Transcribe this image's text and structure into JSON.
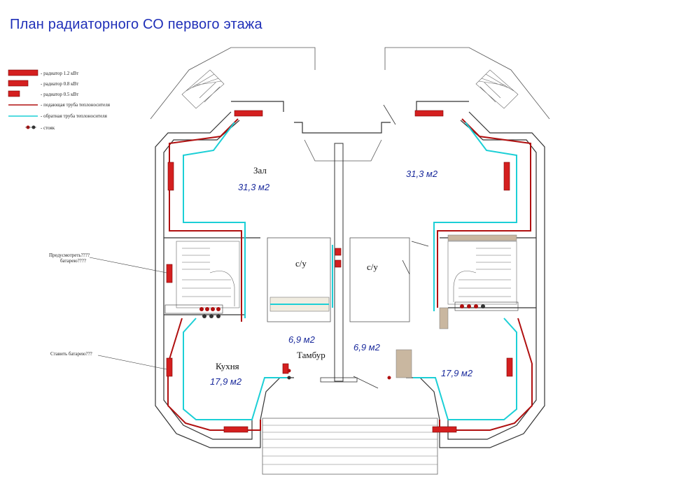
{
  "title": "План радиаторного СО первого этажа",
  "legend": [
    {
      "label": "- радиатор 1.2 кВт",
      "icon": "radiator-large-icon"
    },
    {
      "label": "- радиатор 0.8 кВт",
      "icon": "radiator-medium-icon"
    },
    {
      "label": "- радиатор 0.5 кВт",
      "icon": "radiator-small-icon"
    },
    {
      "label": "- подающая труба теплоносителя",
      "color": "#b01010"
    },
    {
      "label": "- обратная труба теплоносителя",
      "color": "#1ccfd6"
    },
    {
      "label": "- стояк",
      "icon": "riser-icon"
    }
  ],
  "rooms": {
    "hall_left": {
      "name": "Зал",
      "area": "31,3 м2"
    },
    "hall_right": {
      "area": "31,3 м2"
    },
    "wc_left": {
      "name": "с/у"
    },
    "wc_right": {
      "name": "с/у"
    },
    "kitchen_left": {
      "name": "Кухня",
      "area": "17,9  м2"
    },
    "kitchen_right": {
      "area": "17,9  м2"
    },
    "vestibule_left": {
      "area": "6,9  м2"
    },
    "vestibule_right": {
      "area": "6,9  м2"
    },
    "vestibule_label": "Тамбур"
  },
  "notes": {
    "note1_line1": "Предусмотреть????",
    "note1_line2": "батарею????",
    "note2": "Ставить батарею???"
  }
}
